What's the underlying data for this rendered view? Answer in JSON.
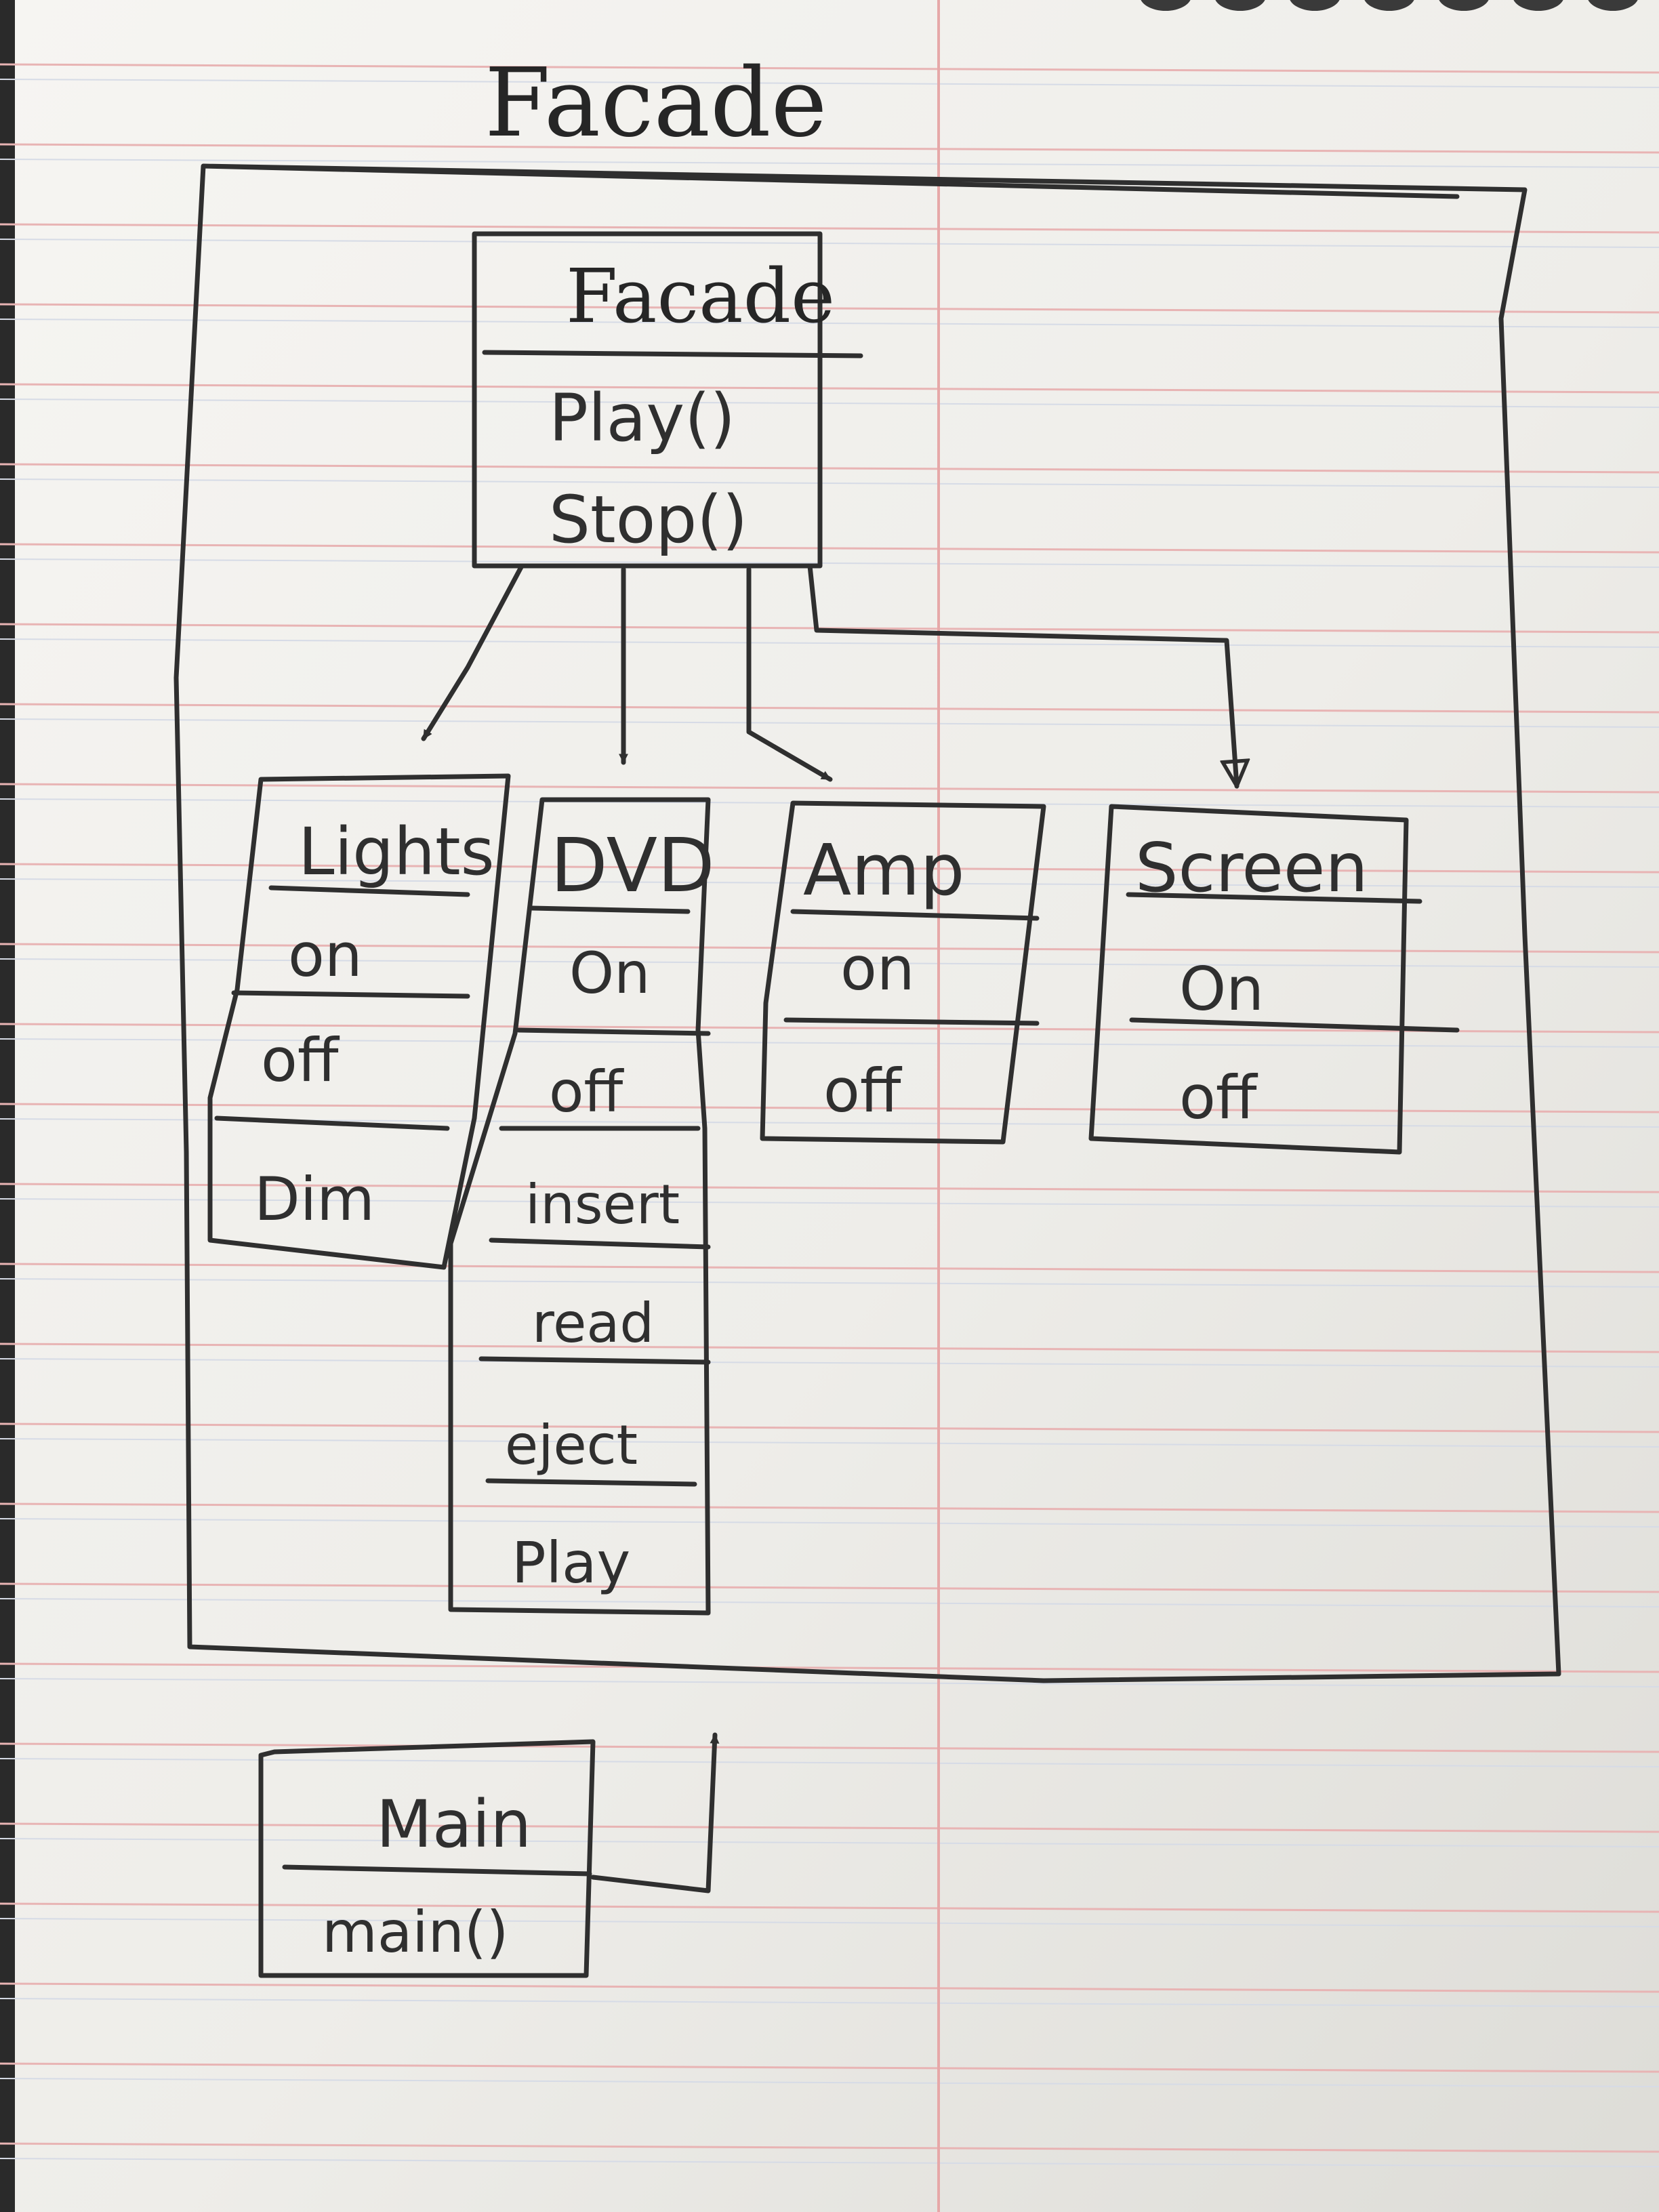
{
  "diagram": {
    "title": "Facade",
    "classes": {
      "facade": {
        "name": "Facade",
        "methods": [
          "Play()",
          "Stop()"
        ]
      },
      "lights": {
        "name": "Lights",
        "methods": [
          "on",
          "off",
          "Dim"
        ]
      },
      "dvd": {
        "name": "DVD",
        "methods": [
          "On",
          "off",
          "insert",
          "read",
          "eject",
          "Play"
        ]
      },
      "amp": {
        "name": "Amp",
        "methods": [
          "on",
          "off"
        ]
      },
      "screen": {
        "name": "Screen",
        "methods": [
          "On",
          "off"
        ]
      },
      "main": {
        "name": "Main",
        "methods": [
          "main()"
        ]
      }
    },
    "relations": [
      {
        "from": "Facade",
        "to": "Lights"
      },
      {
        "from": "Facade",
        "to": "DVD"
      },
      {
        "from": "Facade",
        "to": "Amp"
      },
      {
        "from": "Facade",
        "to": "Screen"
      },
      {
        "from": "Main",
        "to": "Facade"
      }
    ]
  },
  "colors": {
    "ink": "#2f2f2f",
    "paper": "#f2f1ee",
    "rule_red": "#e8b4b4",
    "rule_blue": "#d6dbe6"
  }
}
